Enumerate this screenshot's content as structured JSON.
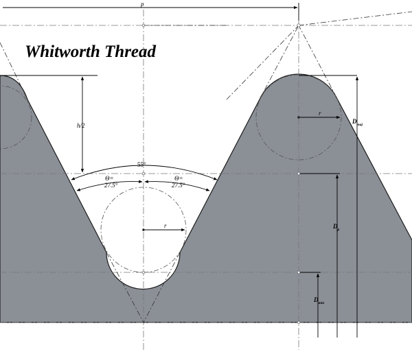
{
  "title": "Whitworth Thread",
  "labels": {
    "pitch": "p",
    "half_height": "h/2",
    "included_angle": "55°",
    "theta_left_symbol": "Θ=",
    "theta_left_value": "27.5°",
    "theta_right_symbol": "Θ=",
    "theta_right_value": "27.5°",
    "radius_crest": "r",
    "radius_root": "r",
    "d_major": "D",
    "d_major_sub": "maj",
    "d_pitch": "D",
    "d_pitch_sub": "p",
    "d_minor": "D",
    "d_minor_sub": "min"
  },
  "colors": {
    "thread_fill": "#8b8f96",
    "outline": "#1a1a1a",
    "background": "#ffffff"
  }
}
